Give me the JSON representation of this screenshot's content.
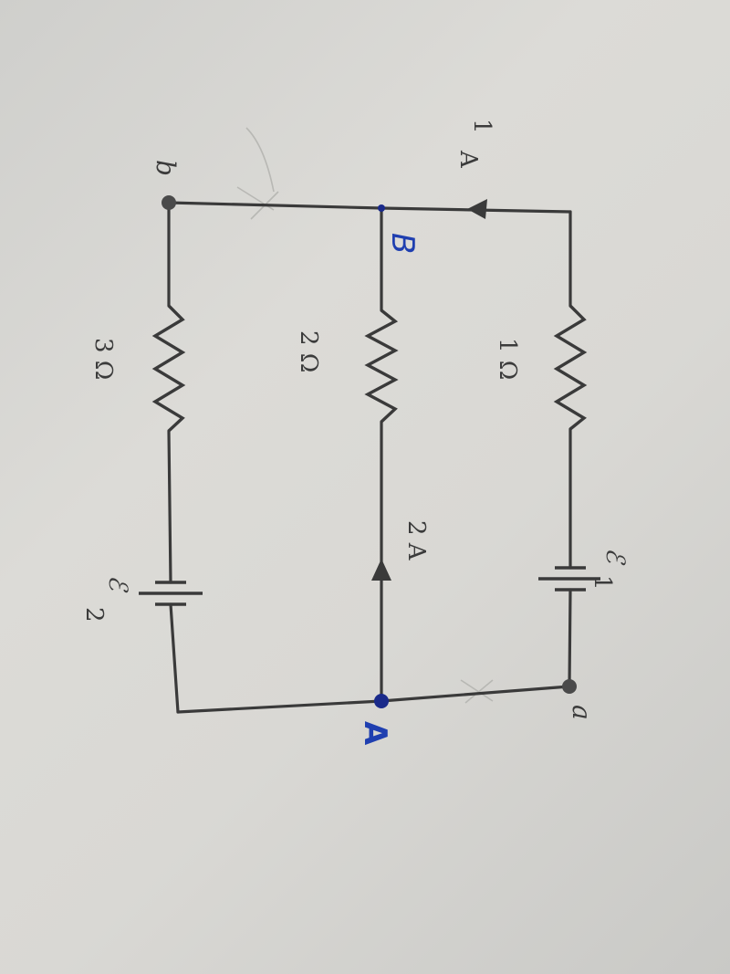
{
  "diagram": {
    "labels": {
      "current_top_number": "1",
      "current_top_unit": "A",
      "node_b": "b",
      "node_a": "a",
      "r1": "1 Ω",
      "r2": "2 Ω",
      "r3": "3 Ω",
      "current_mid": "2 A",
      "emf1_symbol": "ℰ",
      "emf1_sub": "1",
      "emf2_symbol": "ℰ",
      "emf2_sub": "2",
      "hand_B": "B",
      "hand_A": "A"
    },
    "colors": {
      "ink": "#3a3a3a",
      "handwriting": "#1f3fb0",
      "paper": "#d6d5d1"
    }
  }
}
